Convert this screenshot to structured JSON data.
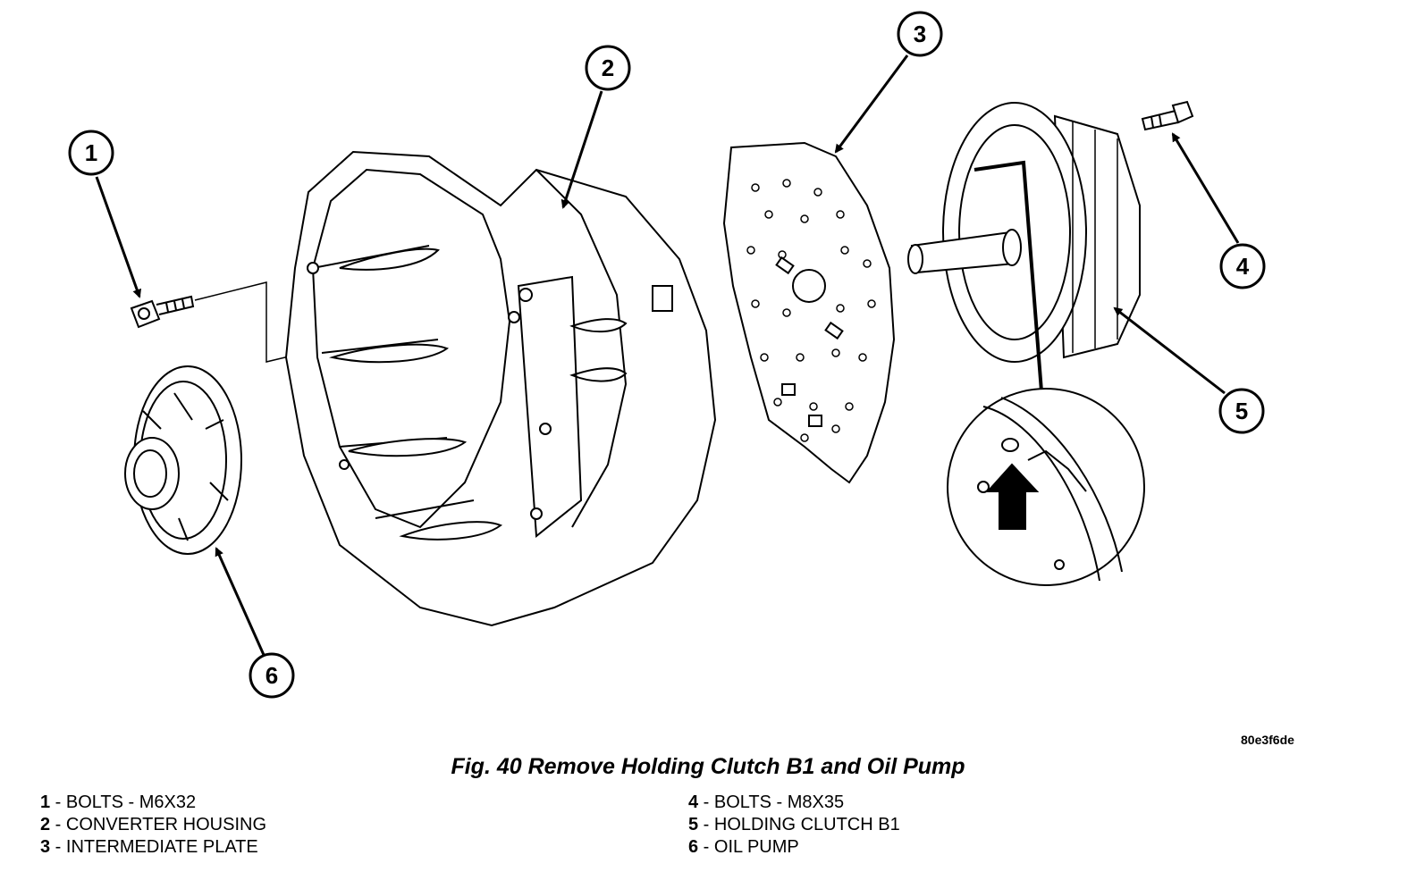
{
  "figure": {
    "code": "80e3f6de",
    "caption": "Fig. 40 Remove Holding Clutch B1 and Oil Pump"
  },
  "callouts": [
    "1",
    "2",
    "3",
    "4",
    "5",
    "6"
  ],
  "legend": {
    "left": [
      {
        "num": "1",
        "text": " - BOLTS - M6X32"
      },
      {
        "num": "2",
        "text": " - CONVERTER HOUSING"
      },
      {
        "num": "3",
        "text": " - INTERMEDIATE PLATE"
      }
    ],
    "right": [
      {
        "num": "4",
        "text": " - BOLTS - M8X35"
      },
      {
        "num": "5",
        "text": " - HOLDING CLUTCH B1"
      },
      {
        "num": "6",
        "text": " - OIL PUMP"
      }
    ]
  }
}
